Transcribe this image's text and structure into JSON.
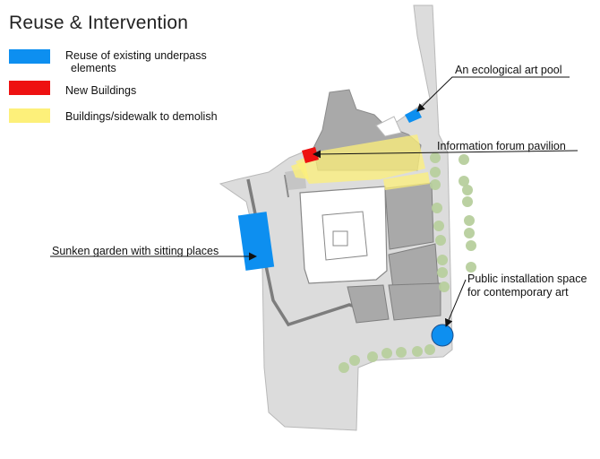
{
  "title": "Reuse & Intervention",
  "legend": [
    {
      "label_line1": "Reuse of existing underpass",
      "label_line2": "elements",
      "color": "#0d8ff0"
    },
    {
      "label": "New Buildings",
      "color": "#ee1111"
    },
    {
      "label": "Buildings/sidewalk to demolish",
      "color": "#fdf07a"
    }
  ],
  "annotations": {
    "art_pool": "An ecological art pool",
    "forum_pavilion": "Information forum pavilion",
    "sunken_garden": "Sunken garden with sitting places",
    "installation_line1": "Public installation space",
    "installation_line2": "for contemporary art"
  },
  "colors": {
    "ground": "#dcdcdc",
    "ground_edge": "#b5b5b5",
    "building": "#a9a9a9",
    "courtyard": "#ffffff",
    "tree": "#b7cf9d",
    "reuse": "#0d8ff0",
    "new": "#ee1111",
    "demolish": "#fdf07a"
  }
}
